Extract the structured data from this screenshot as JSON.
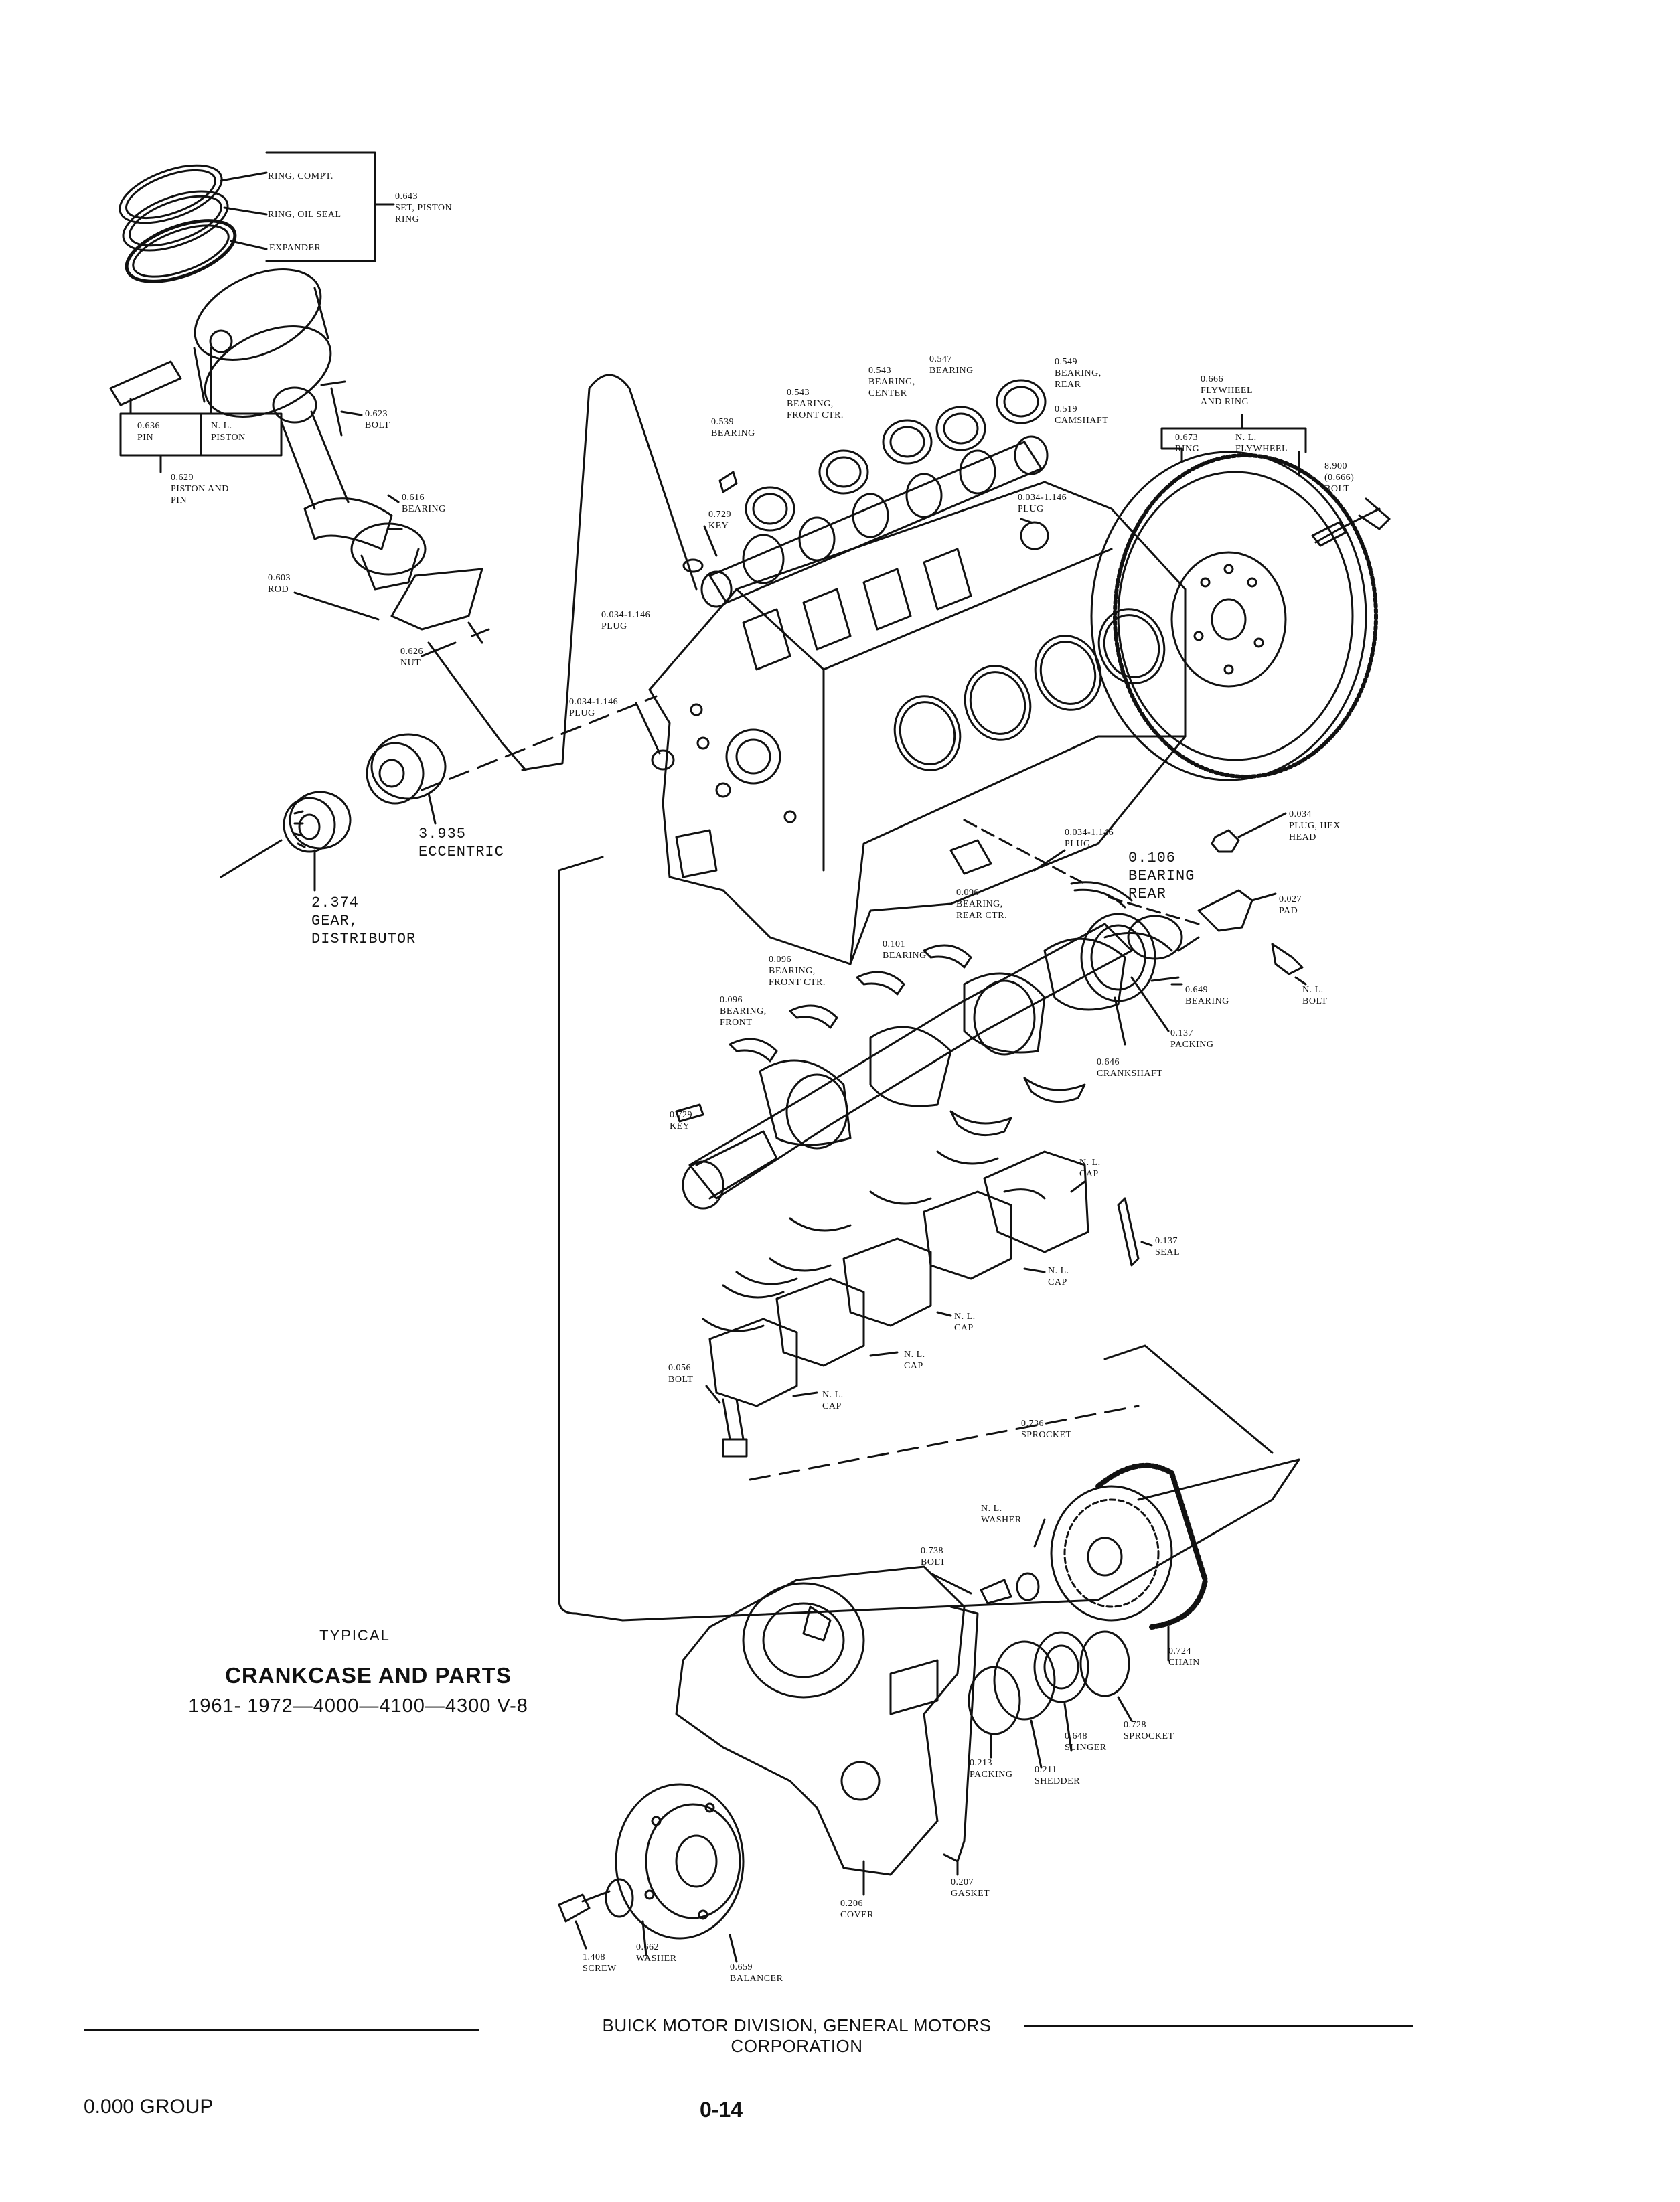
{
  "title": {
    "typical": "TYPICAL",
    "main": "CRANKCASE AND PARTS",
    "sub": "1961- 1972—4000—4100—4300  V-8"
  },
  "footer": {
    "division": "BUICK MOTOR DIVISION, GENERAL MOTORS CORPORATION",
    "group": "0.000 GROUP",
    "page": "0-14"
  },
  "parts": {
    "ring_compt": "RING, COMPT.",
    "ring_oil_seal": "RING, OIL SEAL",
    "expander": "EXPANDER",
    "set_piston_ring": [
      "0.643",
      "SET, PISTON",
      "RING"
    ],
    "pin": [
      "0.636",
      "PIN"
    ],
    "piston": [
      "N. L.",
      "PISTON"
    ],
    "piston_and_pin": [
      "0.629",
      "PISTON AND",
      "PIN"
    ],
    "conrod_bolt": [
      "0.623",
      "BOLT"
    ],
    "conrod_bearing": [
      "0.616",
      "BEARING"
    ],
    "rod": [
      "0.603",
      "ROD"
    ],
    "nut": [
      "0.626",
      "NUT"
    ],
    "eccentric": [
      "3.935",
      "ECCENTRIC"
    ],
    "gear_distributor": [
      "2.374",
      "GEAR,",
      "DISTRIBUTOR"
    ],
    "cam_bearing_front": [
      "0.539",
      "BEARING"
    ],
    "cam_bearing_front_ctr": [
      "0.543",
      "BEARING,",
      "FRONT CTR."
    ],
    "cam_bearing_center": [
      "0.543",
      "BEARING,",
      "CENTER"
    ],
    "cam_bearing": [
      "0.547",
      "BEARING"
    ],
    "cam_bearing_rear": [
      "0.549",
      "BEARING,",
      "REAR"
    ],
    "camshaft": [
      "0.519",
      "CAMSHAFT"
    ],
    "cam_key": [
      "0.729",
      "KEY"
    ],
    "plug_top": [
      "0.034-1.146",
      "PLUG"
    ],
    "plug_left": [
      "0.034-1.146",
      "PLUG"
    ],
    "plug_front": [
      "0.034-1.146",
      "PLUG"
    ],
    "plug_lower": [
      "0.034-1.146",
      "PLUG"
    ],
    "flywheel_and_ring": [
      "0.666",
      "FLYWHEEL",
      "AND RING"
    ],
    "flywheel_ring": [
      "0.673",
      "RING"
    ],
    "flywheel": [
      "N. L.",
      "FLYWHEEL"
    ],
    "flywheel_bolt": [
      "8.900",
      "(0.666)",
      "BOLT"
    ],
    "plug_hex_head": [
      "0.034",
      "PLUG, HEX",
      "HEAD"
    ],
    "bearing_rear_main": [
      "0.106",
      "BEARING",
      "REAR"
    ],
    "bearing_rear_ctr": [
      "0.096",
      "BEARING,",
      "REAR CTR."
    ],
    "pad": [
      "0.027",
      "PAD"
    ],
    "pad_bolt": [
      "N. L.",
      "BOLT"
    ],
    "bearing_101": [
      "0.101",
      "BEARING"
    ],
    "bearing_front_ctr_main": [
      "0.096",
      "BEARING,",
      "FRONT CTR."
    ],
    "bearing_front_main": [
      "0.096",
      "BEARING,",
      "FRONT"
    ],
    "bearing_649": [
      "0.649",
      "BEARING"
    ],
    "packing_137": [
      "0.137",
      "PACKING"
    ],
    "crankshaft": [
      "0.646",
      "CRANKSHAFT"
    ],
    "crank_key": [
      "0.729",
      "KEY"
    ],
    "cap_1": [
      "N. L.",
      "CAP"
    ],
    "seal_137": [
      "0.137",
      "SEAL"
    ],
    "cap_2": [
      "N. L.",
      "CAP"
    ],
    "cap_3": [
      "N. L.",
      "CAP"
    ],
    "cap_4": [
      "N. L.",
      "CAP"
    ],
    "cap_5": [
      "N. L.",
      "CAP"
    ],
    "cap_bolt": [
      "0.056",
      "BOLT"
    ],
    "sprocket_cam": [
      "0.736",
      "SPROCKET"
    ],
    "washer_nl": [
      "N. L.",
      "WASHER"
    ],
    "sprocket_bolt": [
      "0.738",
      "BOLT"
    ],
    "chain": [
      "0.724",
      "CHAIN"
    ],
    "sprocket_crank": [
      "0.728",
      "SPROCKET"
    ],
    "slinger": [
      "0.648",
      "SLINGER"
    ],
    "packing_213": [
      "0.213",
      "PACKING"
    ],
    "shedder": [
      "0.211",
      "SHEDDER"
    ],
    "cover": [
      "0.206",
      "COVER"
    ],
    "gasket": [
      "0.207",
      "GASKET"
    ],
    "screw": [
      "1.408",
      "SCREW"
    ],
    "washer_662": [
      "0.662",
      "WASHER"
    ],
    "balancer": [
      "0.659",
      "BALANCER"
    ]
  }
}
